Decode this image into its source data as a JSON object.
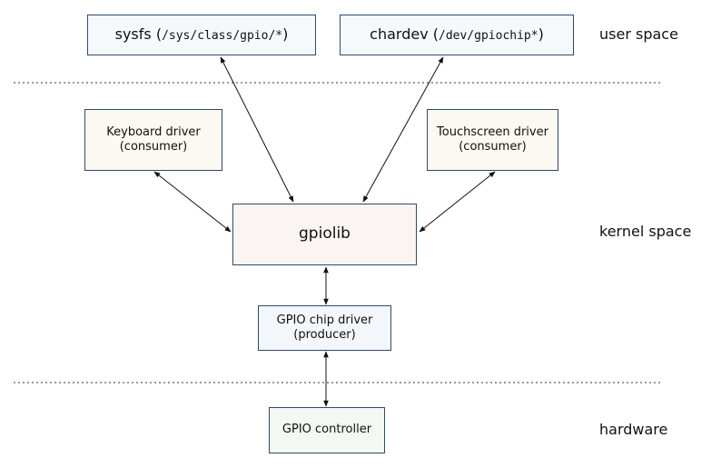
{
  "boxes": {
    "sysfs": {
      "name": "sysfs",
      "open": " (",
      "path": "/sys/class/gpio/*",
      "close": ")"
    },
    "chardev": {
      "name": "chardev",
      "open": " (",
      "path": "/dev/gpiochip*",
      "close": ")"
    },
    "keyboard": {
      "line1": "Keyboard driver",
      "line2": "(consumer)"
    },
    "touchscreen": {
      "line1": "Touchscreen driver",
      "line2": "(consumer)"
    },
    "gpiolib": {
      "label": "gpiolib"
    },
    "chip_driver": {
      "line1": "GPIO chip driver",
      "line2": "(producer)"
    },
    "controller": {
      "label": "GPIO controller"
    }
  },
  "regions": {
    "user": "user space",
    "kernel": "kernel space",
    "hardware": "hardware"
  }
}
